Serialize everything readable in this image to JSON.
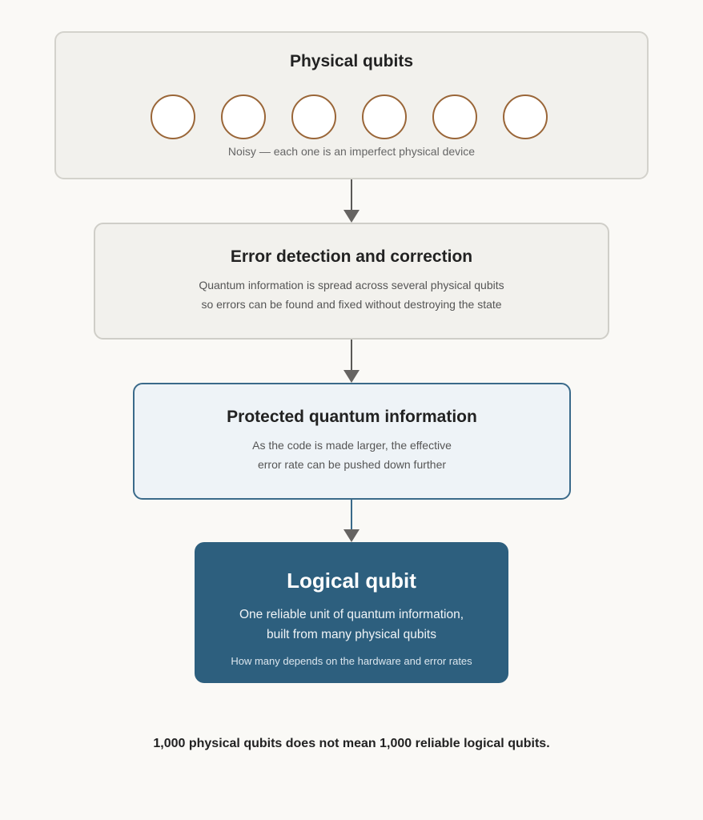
{
  "physical": {
    "title": "Physical qubits",
    "qubit_count": 6,
    "caption": "Noisy — each one is an imperfect physical device"
  },
  "correction": {
    "title": "Error detection and correction",
    "lines": [
      "Quantum information is spread across several physical qubits",
      "so errors can be found and fixed without destroying the state"
    ]
  },
  "protected": {
    "title": "Protected quantum information",
    "lines": [
      "As the code is made larger, the effective",
      "error rate can be pushed down further"
    ]
  },
  "logical": {
    "title": "Logical qubit",
    "lines": [
      "One reliable unit of quantum information,",
      "built from many physical qubits"
    ],
    "note": "How many depends on the hardware and error rates"
  },
  "footer": "1,000 physical qubits does not mean 1,000 reliable logical qubits.",
  "colors": {
    "qubit_border": "#9a6638",
    "logical_fill": "#2d5f7e",
    "protected_border": "#3a6a8a"
  }
}
